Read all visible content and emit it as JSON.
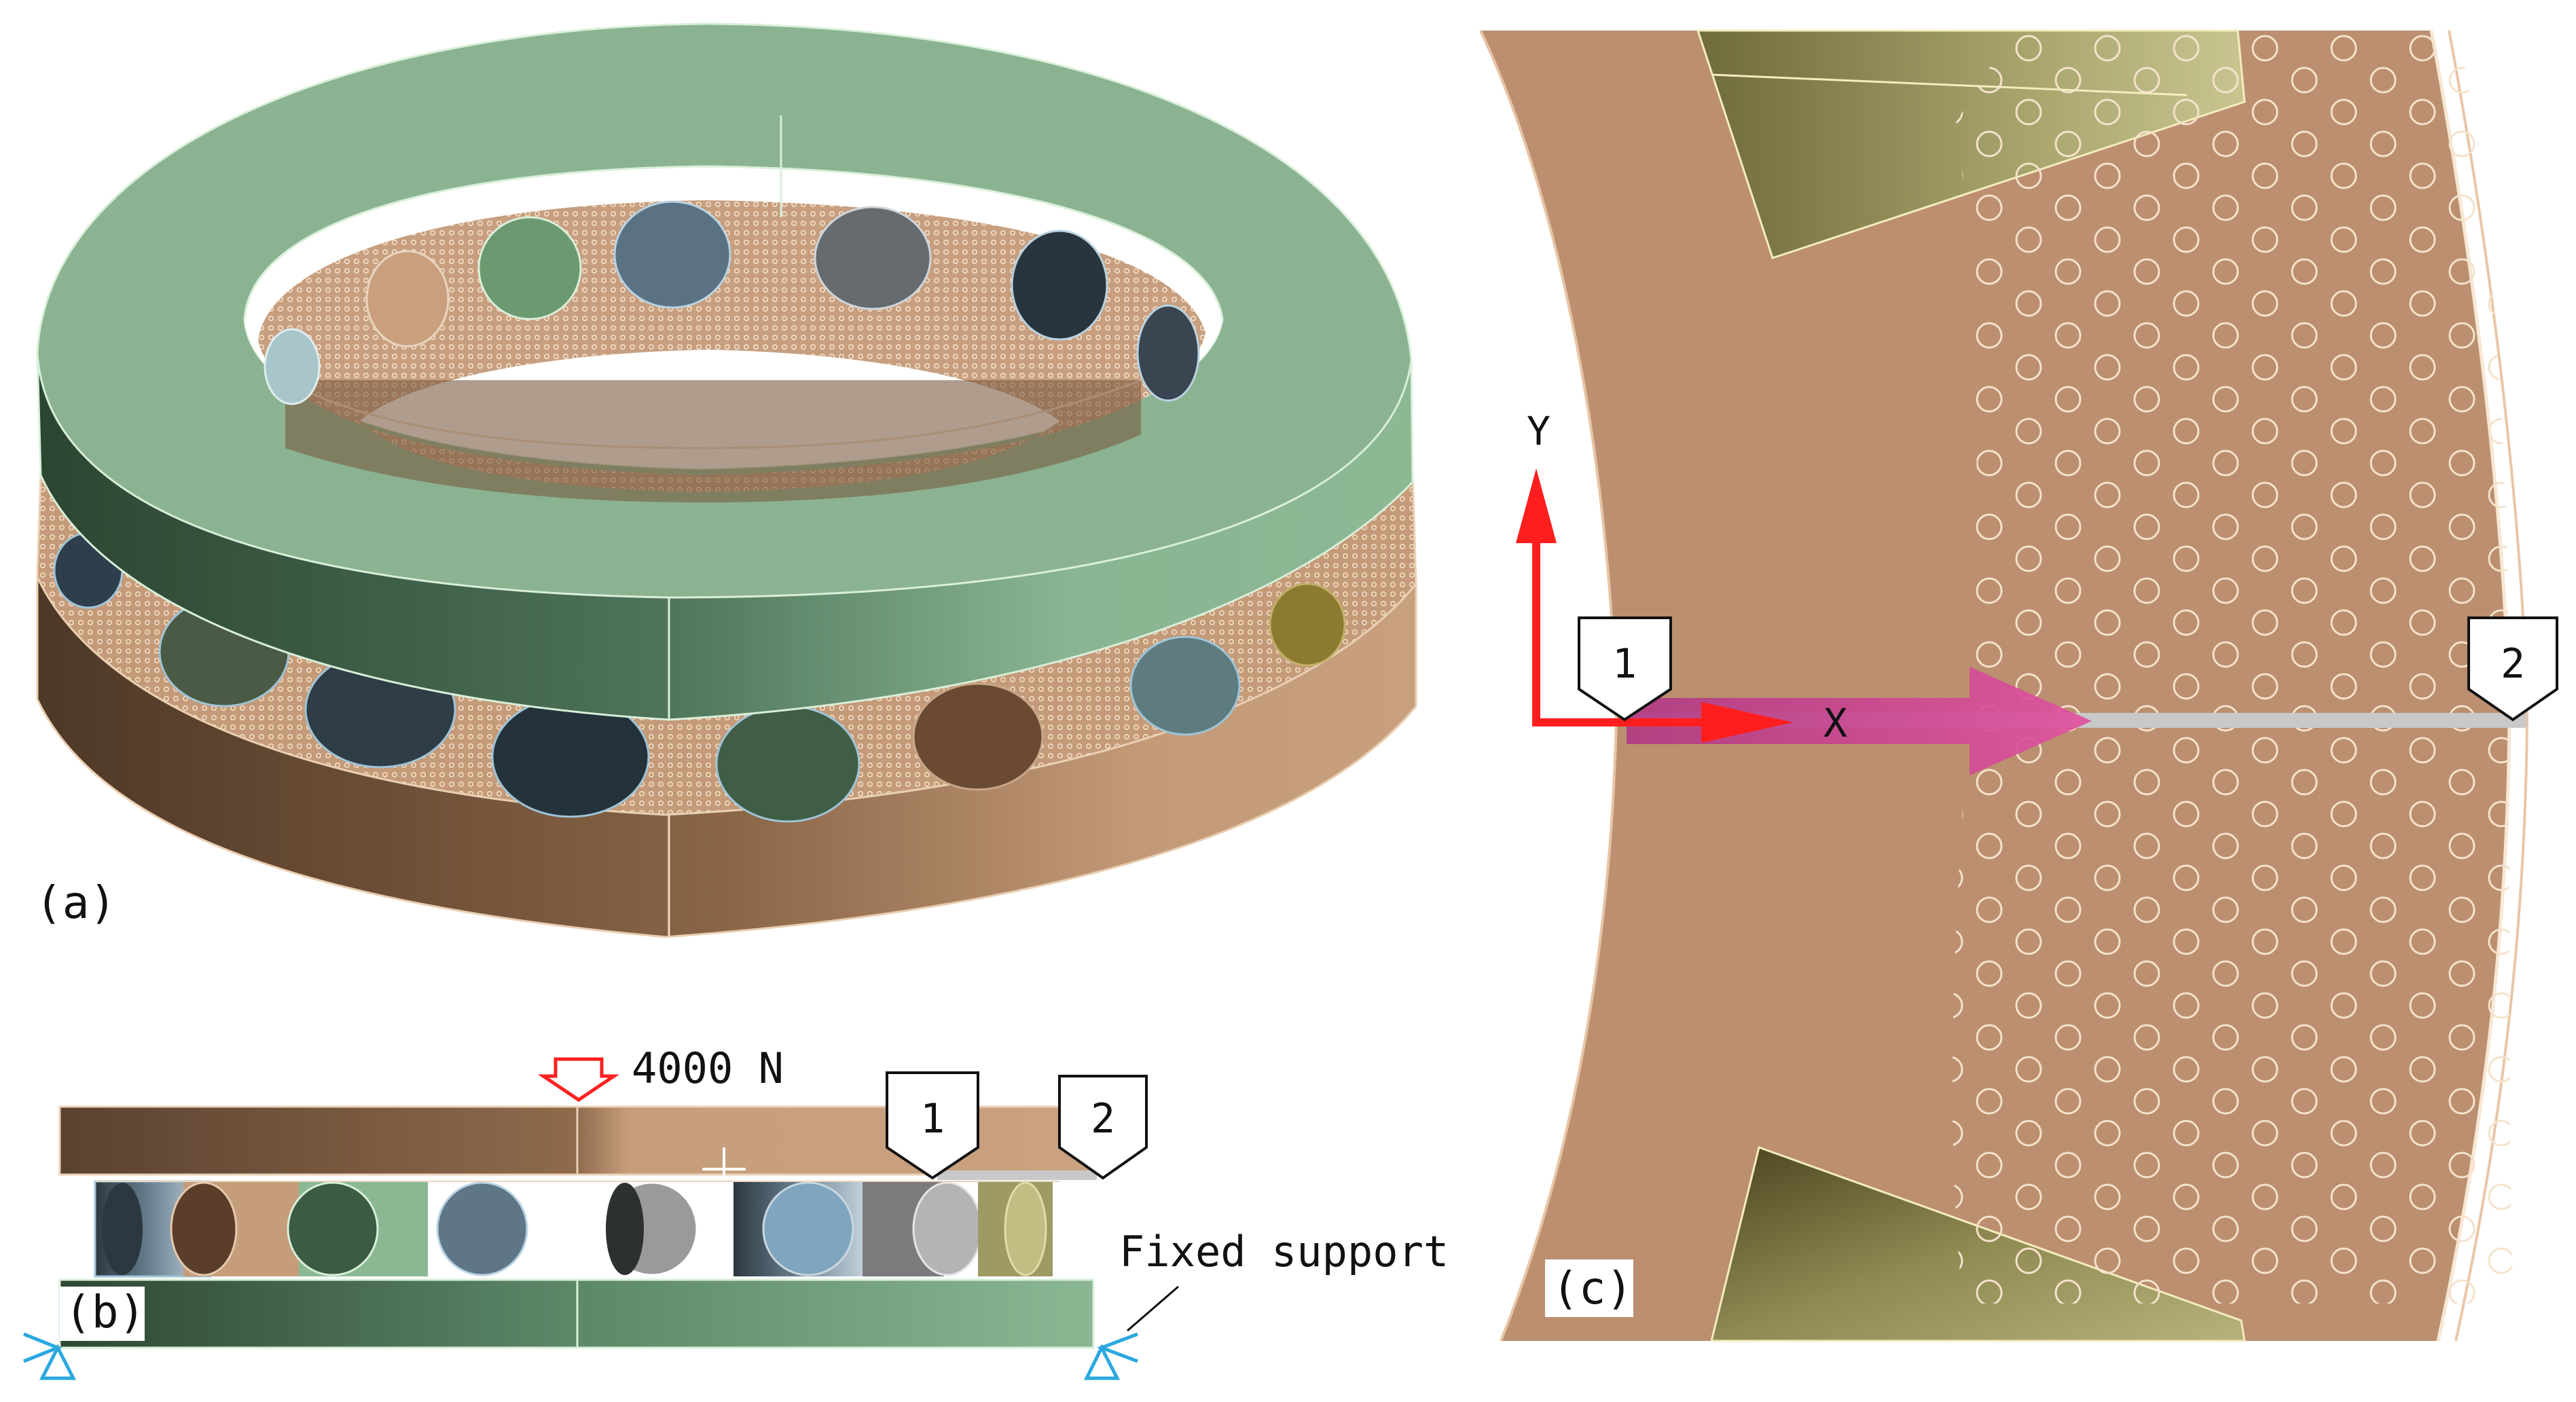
{
  "panels": {
    "a": {
      "label": "(a)"
    },
    "b": {
      "label": "(b)",
      "load_label": "4000 N",
      "support_label": "Fixed support",
      "marker_1": "1",
      "marker_2": "2"
    },
    "c": {
      "label": "(c)",
      "axis_x": "X",
      "axis_y": "Y",
      "marker_1": "1",
      "marker_2": "2"
    }
  },
  "colors": {
    "green_ring": "#8bb391",
    "green_dark": "#2f4a35",
    "bronze": "#c49a78",
    "bronze_dark": "#5b4330",
    "cage": "#bb8f6f",
    "olive": "#9d9a62",
    "axis_red": "#ff1e1e",
    "path_magenta": "#d0469c",
    "path_gray": "#c8c8c8",
    "support_blue": "#2aa8e0"
  }
}
